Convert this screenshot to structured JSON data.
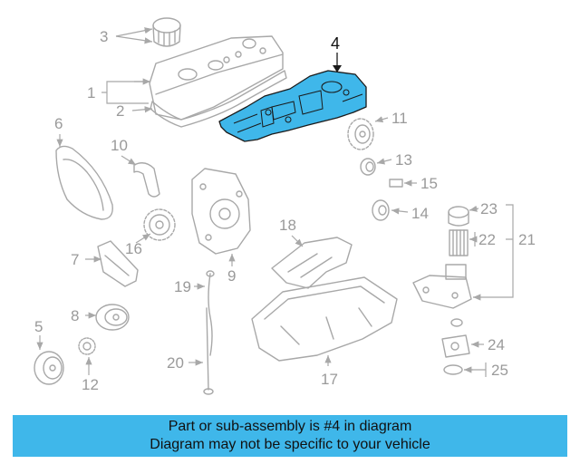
{
  "diagram": {
    "highlight_color": "#3fb7ea",
    "callouts": [
      {
        "id": "1",
        "text": "1"
      },
      {
        "id": "2",
        "text": "2"
      },
      {
        "id": "3",
        "text": "3"
      },
      {
        "id": "4",
        "text": "4"
      },
      {
        "id": "5",
        "text": "5"
      },
      {
        "id": "6",
        "text": "6"
      },
      {
        "id": "7",
        "text": "7"
      },
      {
        "id": "8",
        "text": "8"
      },
      {
        "id": "9",
        "text": "9"
      },
      {
        "id": "10",
        "text": "10"
      },
      {
        "id": "11",
        "text": "11"
      },
      {
        "id": "12",
        "text": "12"
      },
      {
        "id": "13",
        "text": "13"
      },
      {
        "id": "14",
        "text": "14"
      },
      {
        "id": "15",
        "text": "15"
      },
      {
        "id": "16",
        "text": "16"
      },
      {
        "id": "17",
        "text": "17"
      },
      {
        "id": "18",
        "text": "18"
      },
      {
        "id": "19",
        "text": "19"
      },
      {
        "id": "20",
        "text": "20"
      },
      {
        "id": "21",
        "text": "21"
      },
      {
        "id": "22",
        "text": "22"
      },
      {
        "id": "23",
        "text": "23"
      },
      {
        "id": "24",
        "text": "24"
      },
      {
        "id": "25",
        "text": "25"
      }
    ],
    "highlighted_part": "4"
  },
  "banner": {
    "line1": "Part or sub-assembly is #4 in diagram",
    "line2": "Diagram may not be specific to your vehicle",
    "background": "#3fb7ea"
  }
}
